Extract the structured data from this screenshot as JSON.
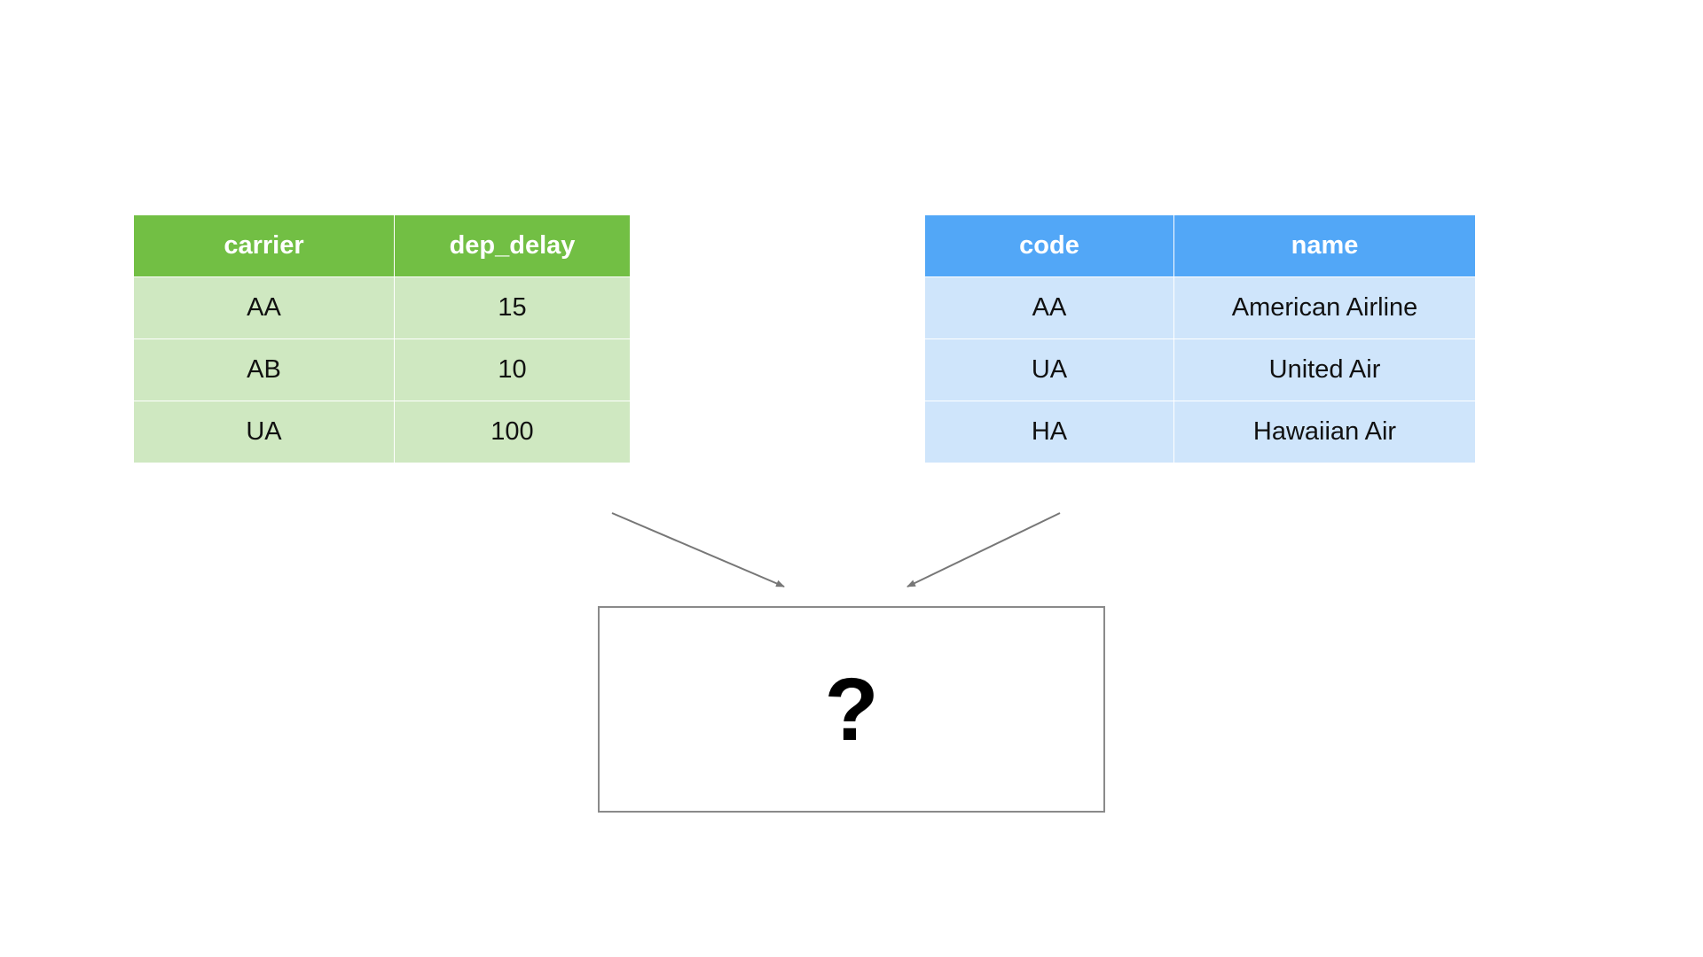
{
  "left_table": {
    "headers": [
      "carrier",
      "dep_delay"
    ],
    "rows": [
      [
        "AA",
        "15"
      ],
      [
        "AB",
        "10"
      ],
      [
        "UA",
        "100"
      ]
    ],
    "header_color": "#72bf44",
    "cell_color": "#cfe8c1"
  },
  "right_table": {
    "headers": [
      "code",
      "name"
    ],
    "rows": [
      [
        "AA",
        "American Airline"
      ],
      [
        "UA",
        "United Air"
      ],
      [
        "HA",
        "Hawaiian Air"
      ]
    ],
    "header_color": "#52a7f7",
    "cell_color": "#cfe5fb"
  },
  "result": {
    "mark": "?"
  }
}
